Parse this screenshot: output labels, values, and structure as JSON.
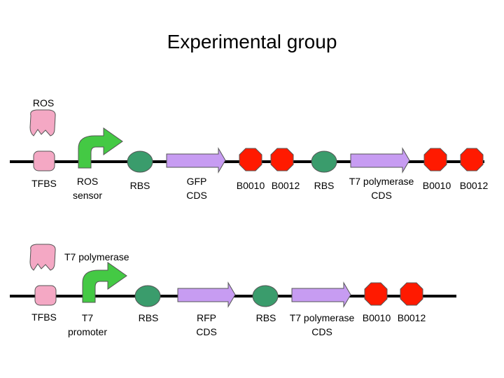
{
  "title": "Experimental group",
  "construct1": {
    "ligand": "ROS",
    "parts": {
      "tfbs": "TFBS",
      "promoter": [
        "ROS",
        "sensor"
      ],
      "rbs1": "RBS",
      "cds1": [
        "GFP",
        "CDS"
      ],
      "term1": "B0010",
      "term2": "B0012",
      "rbs2": "RBS",
      "cds2": [
        "T7 polymerase",
        "CDS"
      ],
      "term3": "B0010",
      "term4": "B0012"
    }
  },
  "construct2": {
    "ligand": "T7 polymerase",
    "parts": {
      "tfbs": "TFBS",
      "promoter": [
        "T7",
        "promoter"
      ],
      "rbs1": "RBS",
      "cds1": [
        "RFP",
        "CDS"
      ],
      "rbs2": "RBS",
      "cds2": [
        "T7 polymerase",
        "CDS"
      ],
      "term1": "B0010",
      "term2": "B0012"
    }
  },
  "colors": {
    "backbone": "#000000",
    "tfbs": "#f4a8c4",
    "promoter": "#44c944",
    "rbs": "#3a9c6c",
    "cds": "#c79cf2",
    "terminator": "#ff1a00",
    "ligand": "#f4a8c4"
  }
}
